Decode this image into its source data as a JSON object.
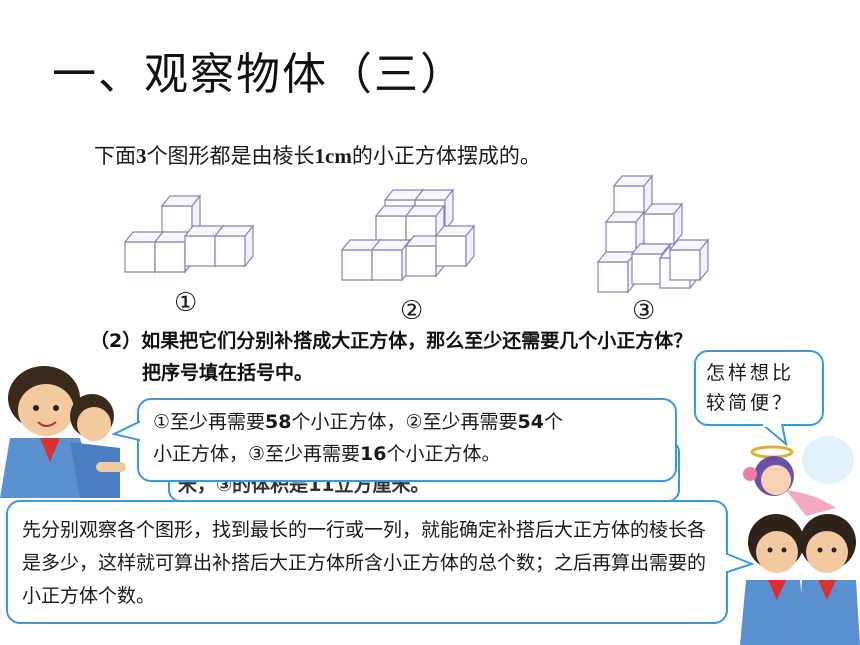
{
  "title": "一、观察物体（三）",
  "intro": {
    "prefix": "下面",
    "count": "3",
    "middle": "个图形都是由棱长",
    "unit": "1cm",
    "suffix": "的小正方体摆成的。"
  },
  "figures": [
    {
      "label": "①"
    },
    {
      "label": "②"
    },
    {
      "label": "③"
    }
  ],
  "question": {
    "line1": "（2）如果把它们分别补搭成大正方体，那么至少还需要几个小正方体？",
    "line2": "把序号填在括号中。"
  },
  "answer_hidden": "米，③的体积是11立方厘米。",
  "answer": {
    "p1": "①至少再需要",
    "n1": "58",
    "p2": "个小正方体，②至少再需要",
    "n2": "54",
    "p3": "个",
    "p4": "小正方体，③至少再需要",
    "n3": "16",
    "p5": "个小正方体。"
  },
  "ask": "怎样想比较简便？",
  "explain": "先分别观察各个图形，找到最长的一行或一列，就能确定补搭后大正方体的棱长各是多少，这样就可算出补搭后大正方体所含小正方体的总个数；之后再算出需要的小正方体个数。",
  "colors": {
    "bubble_border": "#3a9ad9",
    "cube_stroke": "#9080b8"
  }
}
